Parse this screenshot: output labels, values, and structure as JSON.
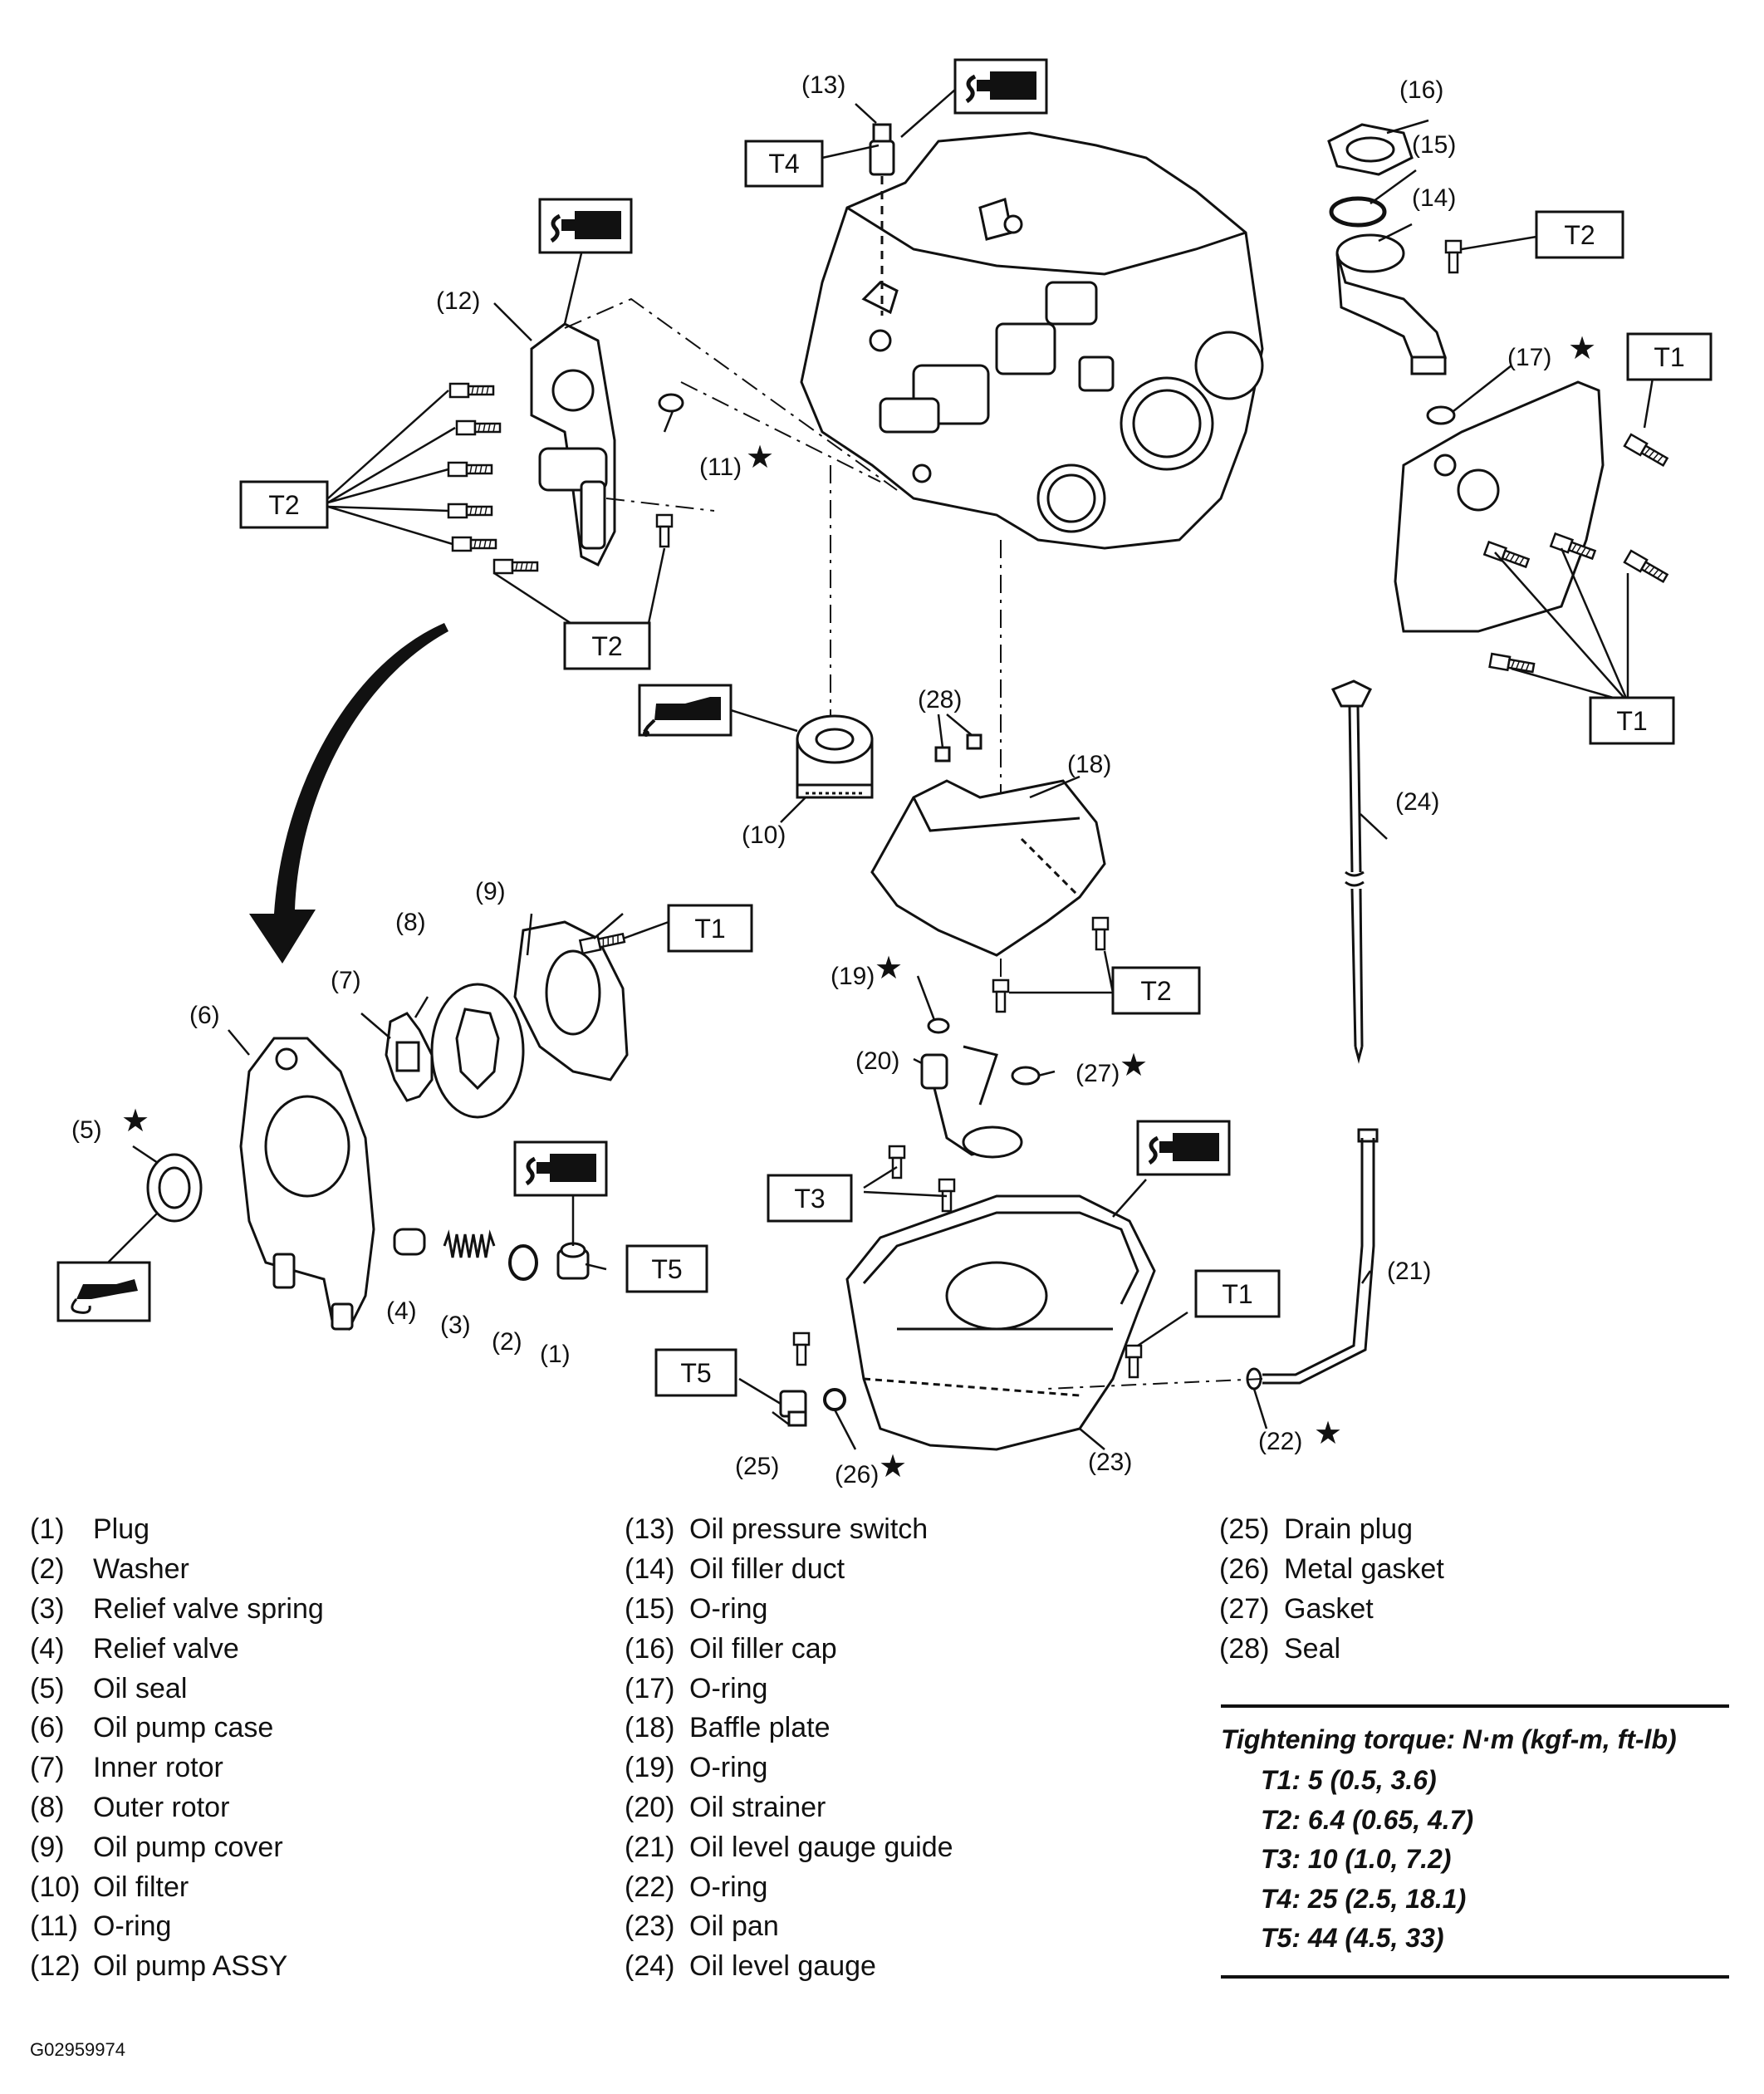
{
  "callouts": {
    "c1": "(1)",
    "c2": "(2)",
    "c3": "(3)",
    "c4": "(4)",
    "c5": "(5)",
    "c6": "(6)",
    "c7": "(7)",
    "c8": "(8)",
    "c9": "(9)",
    "c10": "(10)",
    "c11": "(11)",
    "c12": "(12)",
    "c13": "(13)",
    "c14": "(14)",
    "c15": "(15)",
    "c16": "(16)",
    "c17": "(17)",
    "c18": "(18)",
    "c19": "(19)",
    "c20": "(20)",
    "c21": "(21)",
    "c22": "(22)",
    "c23": "(23)",
    "c24": "(24)",
    "c25": "(25)",
    "c26": "(26)",
    "c27": "(27)",
    "c28": "(28)"
  },
  "torque_tags": {
    "t1": "T1",
    "t2": "T2",
    "t3": "T3",
    "t4": "T4",
    "t5": "T5"
  },
  "star_symbol": "★",
  "legend": {
    "col1": [
      {
        "num": "(1)",
        "name": "Plug"
      },
      {
        "num": "(2)",
        "name": "Washer"
      },
      {
        "num": "(3)",
        "name": "Relief valve spring"
      },
      {
        "num": "(4)",
        "name": "Relief valve"
      },
      {
        "num": "(5)",
        "name": "Oil seal"
      },
      {
        "num": "(6)",
        "name": "Oil pump case"
      },
      {
        "num": "(7)",
        "name": "Inner rotor"
      },
      {
        "num": "(8)",
        "name": "Outer rotor"
      },
      {
        "num": "(9)",
        "name": "Oil pump cover"
      },
      {
        "num": "(10)",
        "name": "Oil filter"
      },
      {
        "num": "(11)",
        "name": "O-ring"
      },
      {
        "num": "(12)",
        "name": "Oil pump ASSY"
      }
    ],
    "col2": [
      {
        "num": "(13)",
        "name": "Oil pressure switch"
      },
      {
        "num": "(14)",
        "name": "Oil filler duct"
      },
      {
        "num": "(15)",
        "name": "O-ring"
      },
      {
        "num": "(16)",
        "name": "Oil filler cap"
      },
      {
        "num": "(17)",
        "name": "O-ring"
      },
      {
        "num": "(18)",
        "name": "Baffle plate"
      },
      {
        "num": "(19)",
        "name": "O-ring"
      },
      {
        "num": "(20)",
        "name": "Oil strainer"
      },
      {
        "num": "(21)",
        "name": "Oil level gauge guide"
      },
      {
        "num": "(22)",
        "name": "O-ring"
      },
      {
        "num": "(23)",
        "name": "Oil pan"
      },
      {
        "num": "(24)",
        "name": "Oil level gauge"
      }
    ],
    "col3": [
      {
        "num": "(25)",
        "name": "Drain plug"
      },
      {
        "num": "(26)",
        "name": "Metal gasket"
      },
      {
        "num": "(27)",
        "name": "Gasket"
      },
      {
        "num": "(28)",
        "name": "Seal"
      }
    ]
  },
  "torque": {
    "title": "Tightening torque: N·m (kgf-m, ft-lb)",
    "rows": [
      "T1: 5 (0.5, 3.6)",
      "T2: 6.4 (0.65, 4.7)",
      "T3: 10 (1.0, 7.2)",
      "T4: 25 (2.5, 18.1)",
      "T5: 44 (4.5, 33)"
    ]
  },
  "figure_id": "G02959974",
  "colors": {
    "ink": "#111111",
    "paper": "#ffffff"
  },
  "icons": [
    "sealant-icon",
    "oil-can-icon",
    "grease-icon"
  ]
}
